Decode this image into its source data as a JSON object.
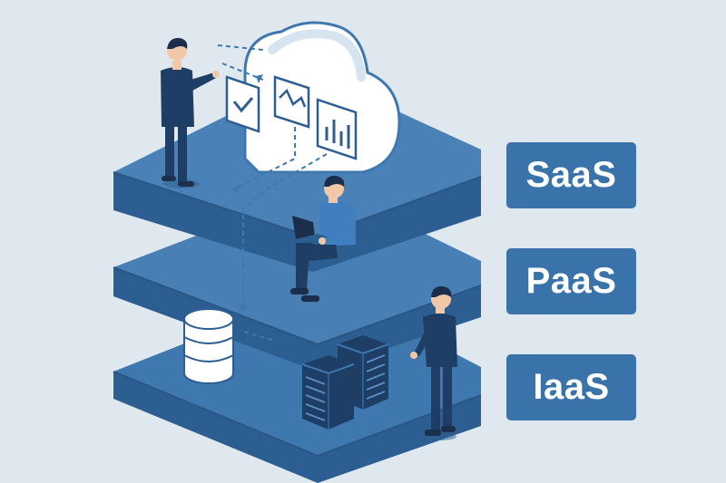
{
  "labels": {
    "saas": "SaaS",
    "paas": "PaaS",
    "iaas": "IaaS"
  },
  "colors": {
    "background": "#dfe8ef",
    "layer_top": "#3f78ae",
    "layer_side": "#2d5e91",
    "label_box": "#3a73a9",
    "label_text": "#ffffff",
    "cloud": "#ffffff",
    "figure_suit": "#1f3e66",
    "figure_shirt": "#3f7fc0"
  },
  "icons": [
    "cloud-icon",
    "checkbox-document-icon",
    "line-chart-icon",
    "bar-chart-icon",
    "database-icon",
    "server-rack-icon",
    "laptop-icon"
  ]
}
